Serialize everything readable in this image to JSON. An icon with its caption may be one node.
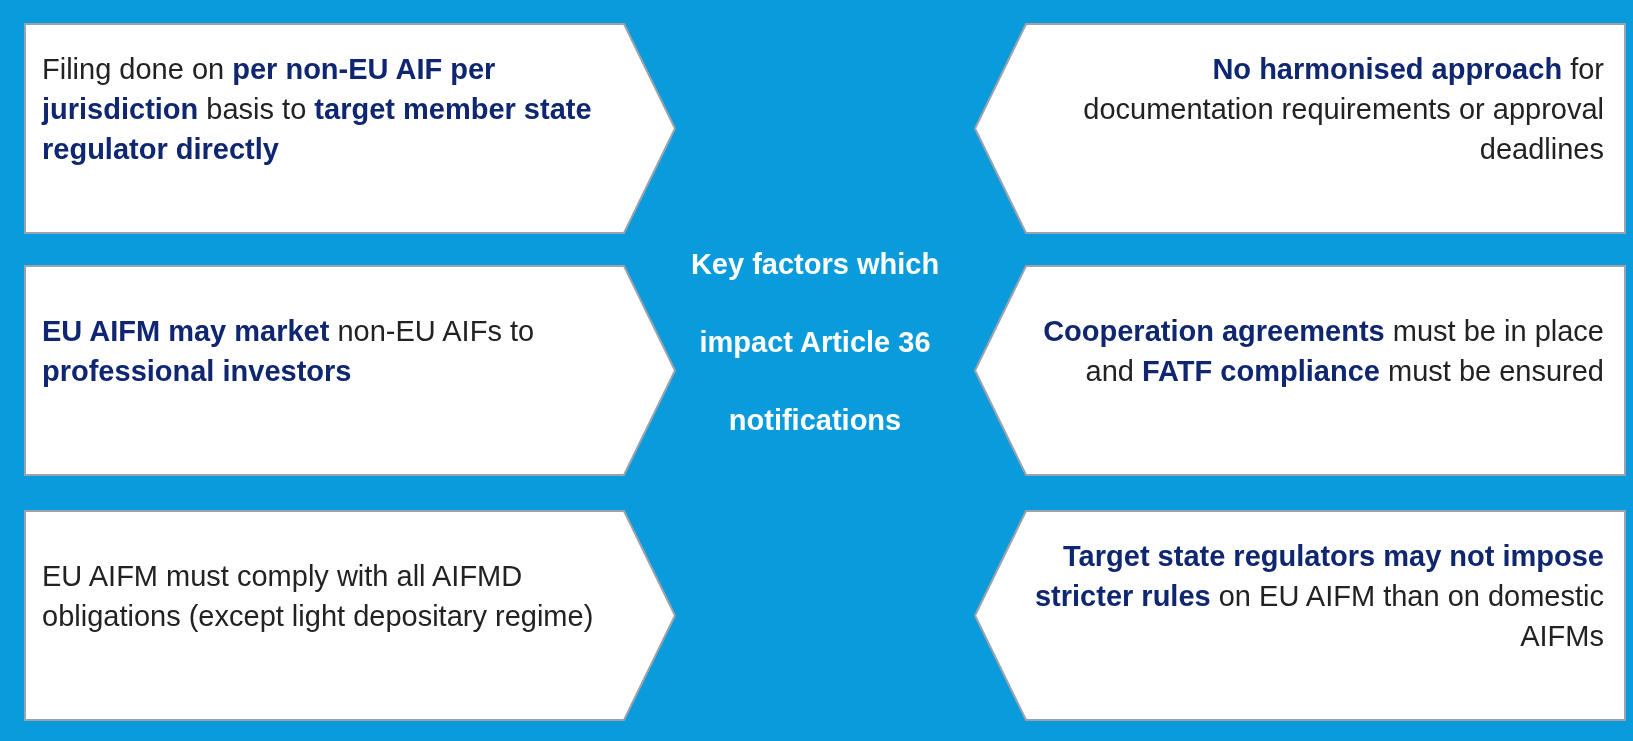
{
  "diagram": {
    "nodes": [
      {
        "text": [
          "Filing done on **per non-EU AIF per jurisdiction** basis to **target member state regulator directly**"
        ]
      },
      {
        "text": [
          "**EU AIFM may market** non-EU AIFs to **professional investors**"
        ]
      },
      {
        "text": [
          "EU AIFM must comply with all AIFMD obligations (except light depositary regime)"
        ]
      },
      {
        "text": [
          "**No harmonised approach** for documentation requirements or approval deadlines"
        ]
      },
      {
        "text": [
          "**Cooperation agreements** must be in place and **FATF compliance** must be ensured"
        ]
      },
      {
        "text": [
          "**Target state regulators may not impose stricter rules** on EU AIFM than on domestic AIFMs"
        ]
      }
    ],
    "labels": [
      "Key factors which impact Article 36 notifications"
    ]
  }
}
